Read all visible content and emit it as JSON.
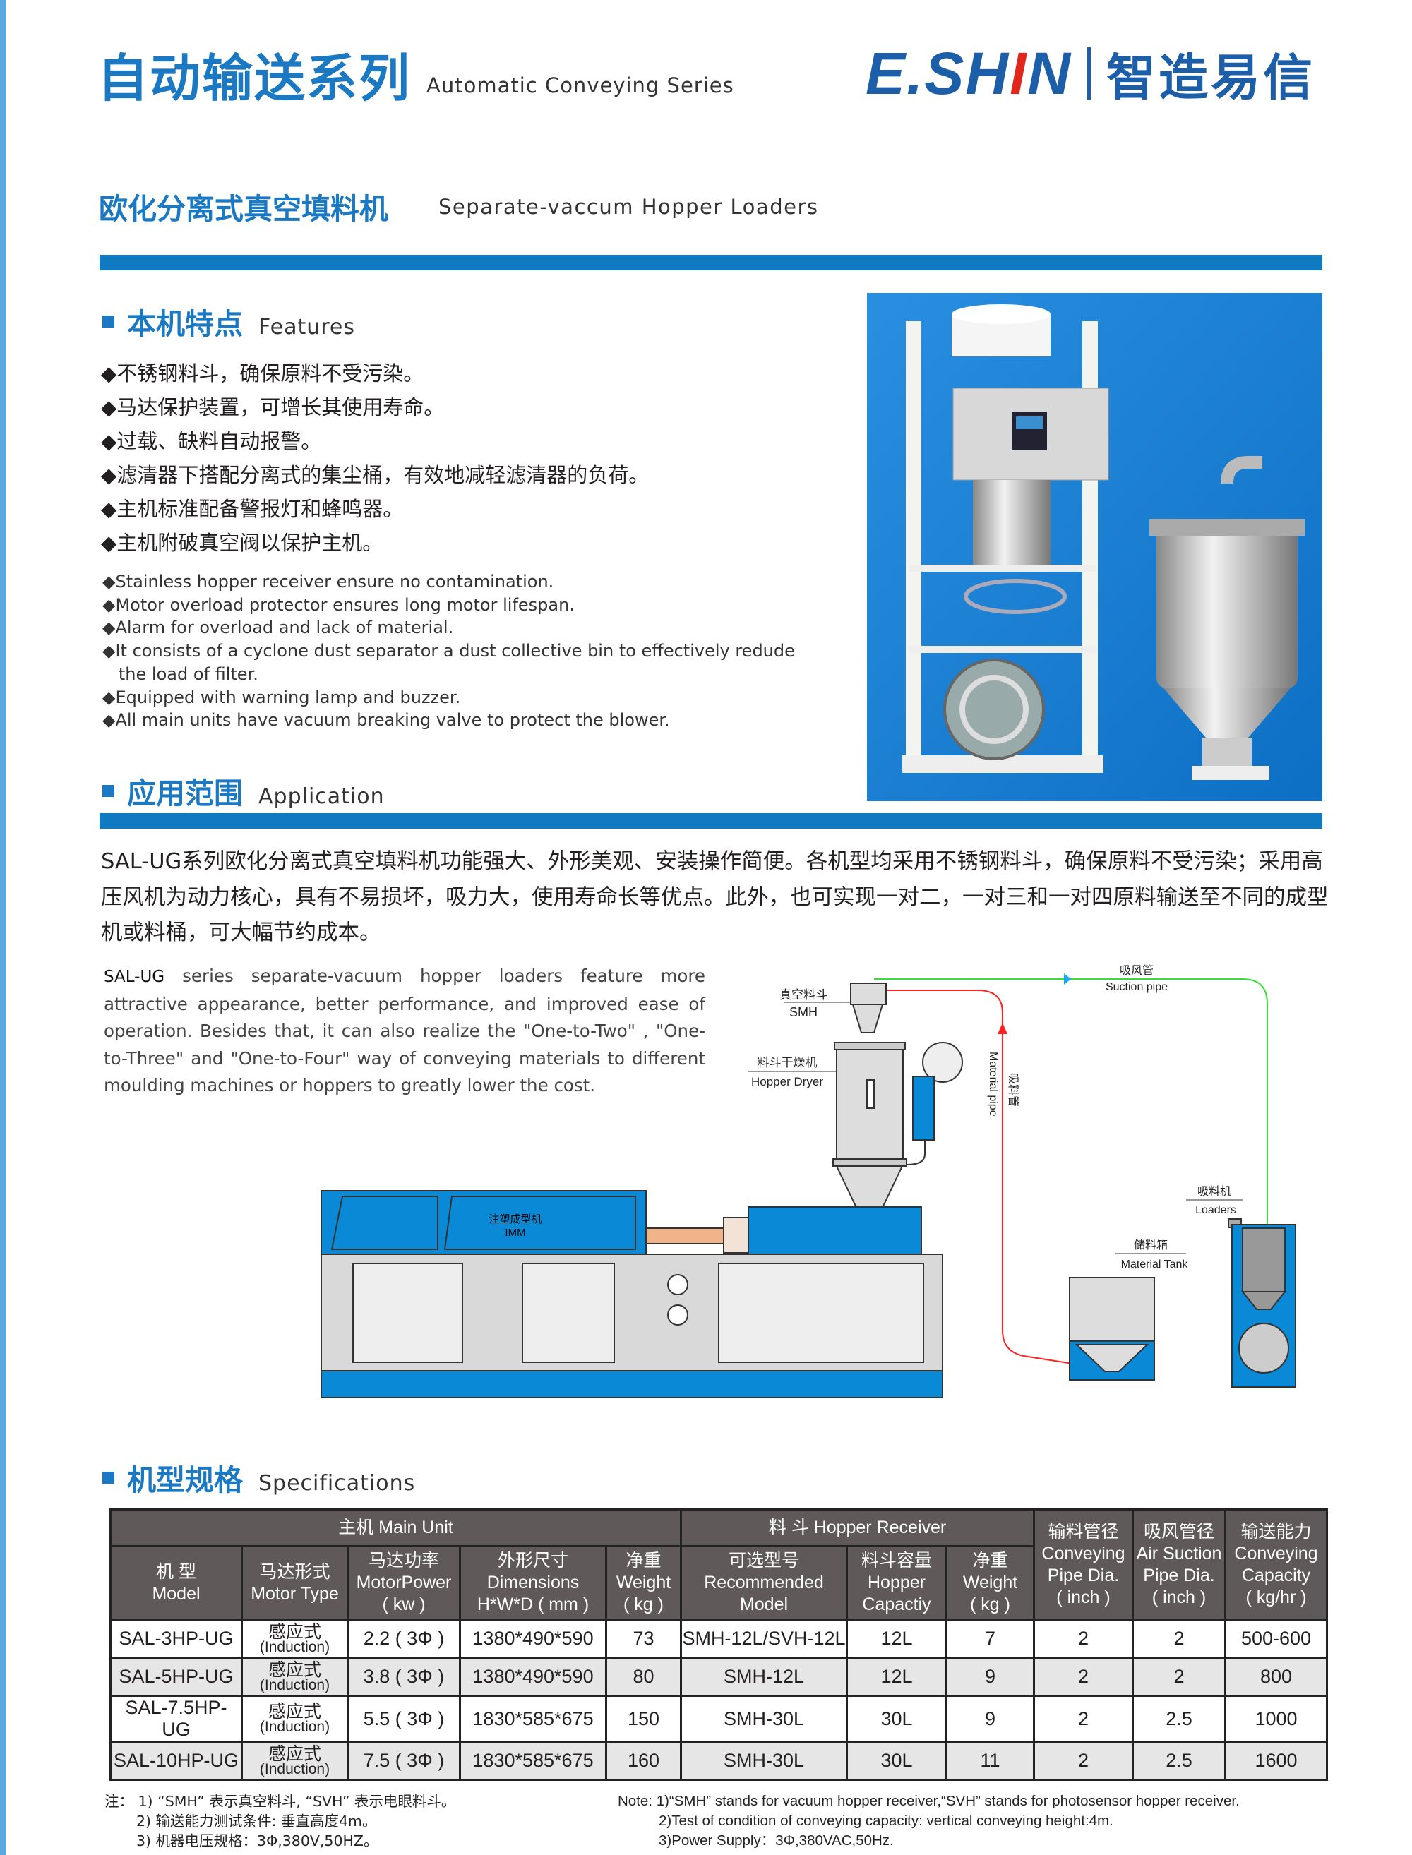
{
  "header": {
    "title_cn": "自动输送系列",
    "title_en": "Automatic Conveying Series",
    "logo": {
      "en_prefix": "E.SH",
      "en_highlight": "I",
      "en_suffix": "N",
      "cn": "智造易信"
    }
  },
  "product": {
    "title_cn": "欧化分离式真空填料机",
    "title_en": "Separate-vaccum Hopper Loaders"
  },
  "features": {
    "title_cn": "本机特点",
    "title_en": "Features",
    "items_cn": [
      "◆不锈钢料斗，确保原料不受污染。",
      "◆马达保护装置，可增长其使用寿命。",
      "◆过载、缺料自动报警。",
      "◆滤清器下搭配分离式的集尘桶，有效地减轻滤清器的负荷。",
      "◆主机标准配备警报灯和蜂鸣器。",
      "◆主机附破真空阀以保护主机。"
    ],
    "items_en": [
      "◆Stainless hopper receiver ensure no contamination.",
      "◆Motor overload protector ensures long motor lifespan.",
      "◆Alarm for overload and lack of material.",
      "◆It consists of a cyclone dust separator a dust collective bin to effectively redude",
      "   the load of filter.",
      "◆Equipped with warning lamp and buzzer.",
      "◆All main units have vacuum breaking valve to protect the blower."
    ]
  },
  "application": {
    "title_cn": "应用范围",
    "title_en": "Application",
    "para_cn": "SAL-UG系列欧化分离式真空填料机功能强大、外形美观、安装操作简便。各机型均采用不锈钢料斗，确保原料不受污染；采用高压风机为动力核心，具有不易损坏，吸力大，使用寿命长等优点。此外，也可实现一对二，一对三和一对四原料输送至不同的成型机或料桶，可大幅节约成本。",
    "para_en_lead": "SAL-UG",
    "para_en": " series separate-vacuum hopper loaders feature more attractive appearance, better performance, and improved ease of operation. Besides that, it can also realize the \"One-to-Two\" , \"One-to-Three\" and \"One-to-Four\" way of conveying materials to different moulding machines or hoppers to greatly lower the cost."
  },
  "diagram": {
    "smh_cn": "真空料斗",
    "smh_en": "SMH",
    "dryer_cn": "料斗干燥机",
    "dryer_en": "Hopper Dryer",
    "suction_cn": "吸风管",
    "suction_en": "Suction pipe",
    "material_cn": "吸料管",
    "material_en": "Material pipe",
    "imm_cn": "注塑成型机",
    "imm_en": "IMM",
    "loaders_cn": "吸料机",
    "loaders_en": "Loaders",
    "tank_cn": "储料箱",
    "tank_en": "Material Tank",
    "colors": {
      "suction": "#3ddc3d",
      "material": "#ff2020",
      "machine": "#0a8ad6"
    }
  },
  "specs": {
    "title_cn": "机型规格",
    "title_en": "Specifications",
    "group_headers": [
      "主机 Main  Unit",
      "料 斗 Hopper  Receiver"
    ],
    "columns": [
      [
        "机 型",
        "Model"
      ],
      [
        "马达形式",
        "Motor Type"
      ],
      [
        "马达功率",
        "MotorPower",
        "( kw )"
      ],
      [
        "外形尺寸",
        "Dimensions",
        "H*W*D ( mm )"
      ],
      [
        "净重",
        "Weight",
        "( kg )"
      ],
      [
        "可选型号",
        "Recommended",
        "Model"
      ],
      [
        "料斗容量",
        "Hopper",
        "Capactiy"
      ],
      [
        "净重",
        "Weight",
        "( kg )"
      ],
      [
        "输料管径",
        "Conveying",
        "Pipe Dia.",
        "( inch )"
      ],
      [
        "吸风管径",
        "Air Suction",
        "Pipe Dia.",
        "( inch )"
      ],
      [
        "输送能力",
        "Conveying",
        "Capacity",
        "( kg/hr )"
      ]
    ],
    "motor_type_cn": "感应式",
    "motor_type_en": "(Induction)",
    "rows": [
      [
        "SAL-3HP-UG",
        "",
        "2.2 ( 3Φ )",
        "1380*490*590",
        "73",
        "SMH-12L/SVH-12L",
        "12L",
        "7",
        "2",
        "2",
        "500-600"
      ],
      [
        "SAL-5HP-UG",
        "",
        "3.8 ( 3Φ )",
        "1380*490*590",
        "80",
        "SMH-12L",
        "12L",
        "9",
        "2",
        "2",
        "800"
      ],
      [
        "SAL-7.5HP-UG",
        "",
        "5.5 ( 3Φ )",
        "1830*585*675",
        "150",
        "SMH-30L",
        "30L",
        "9",
        "2",
        "2.5",
        "1000"
      ],
      [
        "SAL-10HP-UG",
        "",
        "7.5 ( 3Φ )",
        "1830*585*675",
        "160",
        "SMH-30L",
        "30L",
        "11",
        "2",
        "2.5",
        "1600"
      ]
    ],
    "notes_cn": [
      "注：  1) “SMH” 表示真空料斗, “SVH” 表示电眼料斗。",
      "2) 输送能力测试条件: 垂直高度4m。",
      "3) 机器电压规格：3Φ,380V,50HZ。"
    ],
    "notes_en": [
      "Note: 1)“SMH”  stands for vacuum hopper receiver,“SVH”  stands for photosensor hopper receiver.",
      "2)Test of condition of conveying capacity: vertical conveying height:4m.",
      "3)Power Supply：3Φ,380VAC,50Hz."
    ]
  }
}
